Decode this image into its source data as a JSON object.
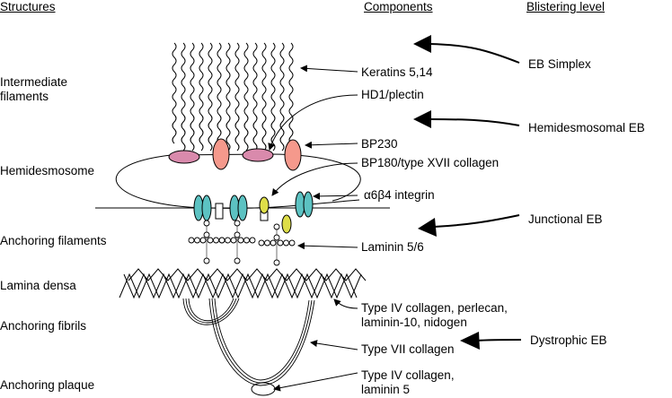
{
  "headers": {
    "structures": "Structures",
    "components": "Components",
    "blistering_level": "Blistering level"
  },
  "structures": [
    {
      "id": "intermediate-filaments",
      "lines": [
        "Intermediate",
        "filaments"
      ]
    },
    {
      "id": "hemidesmosome",
      "lines": [
        "Hemidesmosome"
      ]
    },
    {
      "id": "anchoring-filaments",
      "lines": [
        "Anchoring filaments"
      ]
    },
    {
      "id": "lamina-densa",
      "lines": [
        "Lamina densa"
      ]
    },
    {
      "id": "anchoring-fibrils",
      "lines": [
        "Anchoring fibrils"
      ]
    },
    {
      "id": "anchoring-plaque",
      "lines": [
        "Anchoring plaque"
      ]
    }
  ],
  "components": [
    {
      "id": "keratins",
      "lines": [
        "Keratins 5,14"
      ]
    },
    {
      "id": "plectin",
      "lines": [
        "HD1/plectin"
      ]
    },
    {
      "id": "bp230",
      "lines": [
        "BP230"
      ]
    },
    {
      "id": "bp180",
      "lines": [
        "BP180/type XVII collagen"
      ]
    },
    {
      "id": "integrin",
      "lines": [
        "α6β4 integrin"
      ]
    },
    {
      "id": "laminin56",
      "lines": [
        "Laminin 5/6"
      ]
    },
    {
      "id": "lamina-densa-components",
      "lines": [
        "Type IV collagen, perlecan,",
        "laminin-10, nidogen"
      ]
    },
    {
      "id": "type7",
      "lines": [
        "Type VII collagen"
      ]
    },
    {
      "id": "plaque-components",
      "lines": [
        "Type IV collagen,",
        "laminin 5"
      ]
    }
  ],
  "blistering": [
    {
      "id": "eb-simplex",
      "label": "EB Simplex"
    },
    {
      "id": "hemidesmosomal-eb",
      "label": "Hemidesmosomal EB"
    },
    {
      "id": "junctional-eb",
      "label": "Junctional EB"
    },
    {
      "id": "dystrophic-eb",
      "label": "Dystrophic EB"
    }
  ],
  "colors": {
    "plectin_fill": "#d98aac",
    "bp230_fill": "#f5998c",
    "integrin_fill": "#5cc2c2",
    "bp180_fill": "#dede48",
    "stroke": "#000000",
    "laminin_stroke": "#888888"
  }
}
